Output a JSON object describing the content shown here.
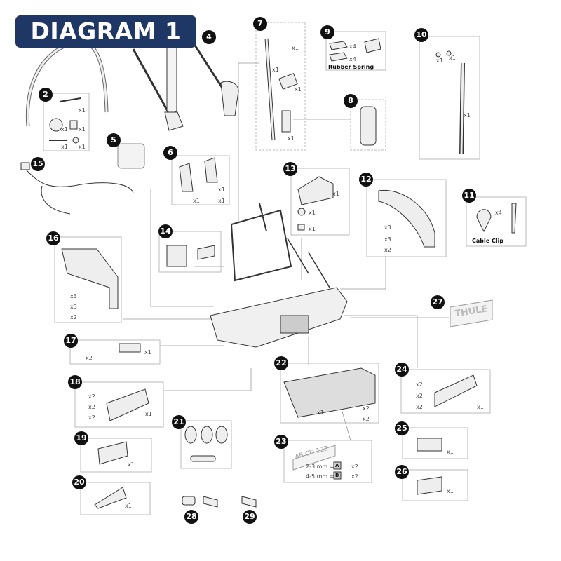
{
  "title": "DIAGRAM 1",
  "parts": {
    "p2": "2",
    "p4": "4",
    "p5": "5",
    "p6": "6",
    "p7": "7",
    "p8": "8",
    "p9": "9",
    "p10": "10",
    "p11": "11",
    "p12": "12",
    "p13": "13",
    "p14": "14",
    "p15": "15",
    "p16": "16",
    "p17": "17",
    "p18": "18",
    "p19": "19",
    "p20": "20",
    "p21": "21",
    "p22": "22",
    "p23": "23",
    "p24": "24",
    "p25": "25",
    "p26": "26",
    "p27": "27",
    "p28": "28",
    "p29": "29"
  },
  "labels": {
    "rubber_spring": "Rubber Spring",
    "cable_clip": "Cable Clip",
    "plate_text": "AB CD 123",
    "spec_a": "2-3 mm =",
    "spec_b": "4-5 mm =",
    "letter_a": "A",
    "letter_b": "B",
    "brand": "THULE"
  },
  "qty": {
    "x1": "x1",
    "x2": "x2",
    "x3": "x3",
    "x4": "x4"
  }
}
